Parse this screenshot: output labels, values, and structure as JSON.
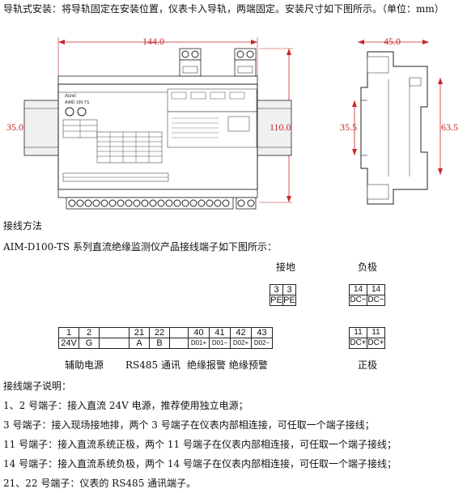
{
  "intro": "导轨式安装：将导轨固定在安装位置，仪表卡入导轨，两端固定。安装尺寸如下图所示。（单位：mm）",
  "front_view": {
    "brand": "Acrel",
    "model": "AIMD 100-TS",
    "dim_width": "144.0",
    "dim_height": "110.0",
    "dim_rail": "35.0"
  },
  "side_view": {
    "dim_depth": "45.0",
    "dim_rail": "35.5",
    "dim_height": "63.5"
  },
  "wiring_title": "接线方法",
  "wiring_desc": "AIM-D100-TS 系列直流绝缘监测仪产品接线端子如下图所示：",
  "labels": {
    "ground": "接地",
    "negative": "负极",
    "positive": "正极",
    "aux_power": "辅助电源",
    "rs485": "RS485 通讯",
    "insulation": "绝缘报警  绝缘预警"
  },
  "terminals": {
    "ground": [
      {
        "num": "3",
        "sig": "PE"
      },
      {
        "num": "3",
        "sig": "PE"
      }
    ],
    "negative": [
      {
        "num": "14",
        "sig": "DC−"
      },
      {
        "num": "14",
        "sig": "DC−"
      }
    ],
    "positive": [
      {
        "num": "11",
        "sig": "DC+"
      },
      {
        "num": "11",
        "sig": "DC+"
      }
    ],
    "power": [
      {
        "num": "1",
        "sig": "24V"
      },
      {
        "num": "2",
        "sig": "G"
      }
    ],
    "comm": [
      {
        "num": "21",
        "sig": "A"
      },
      {
        "num": "22",
        "sig": "B"
      }
    ],
    "alarm": [
      {
        "num": "40",
        "sig": "D01+"
      },
      {
        "num": "41",
        "sig": "D01−"
      },
      {
        "num": "42",
        "sig": "D02+"
      },
      {
        "num": "43",
        "sig": "D02−"
      }
    ]
  },
  "notes_title": "接线端子说明：",
  "notes": [
    "1、2 号端子：接入直流 24V 电源，推荐使用独立电源；",
    "3 号端子：接入现场接地排，两个 3 号端子在仪表内部相连接，可任取一个端子接线；",
    "11 号端子：接入直流系统正极，两个 11 号端子在仪表内部相连接，可任取一个端子接线；",
    "14 号端子：接入直流系统负极，两个 14 号端子在仪表内部相连接，可任取一个端子接线；",
    "21、22 号端子：仪表的 RS485 通讯端子。"
  ],
  "colors": {
    "dimension": "#c62828",
    "line": "#222222"
  }
}
